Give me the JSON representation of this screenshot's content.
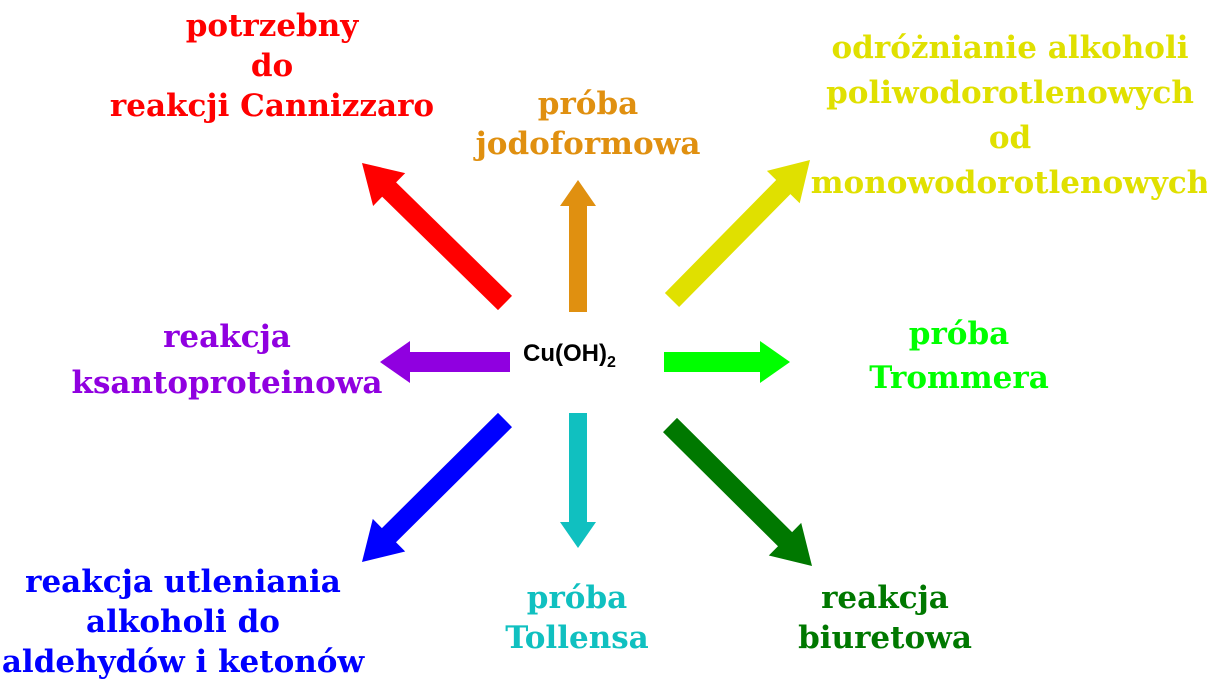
{
  "center": {
    "formula": "Cu(OH)",
    "subscript": "2"
  },
  "colors": {
    "cannizzaro": "#ff0000",
    "jodoformowa": "#e09010",
    "alkohole": "#e0e000",
    "trommera": "#00ff00",
    "biuretowa": "#007800",
    "tollensa": "#10c0c0",
    "utleniania": "#0000ff",
    "ksantoproteinowa": "#9000e0"
  },
  "labels": {
    "cannizzaro": [
      "potrzebny",
      "do",
      "reakcji Cannizzaro"
    ],
    "jodoformowa": [
      "próba",
      "jodoformowa"
    ],
    "alkohole": [
      "odróżnianie alkoholi",
      "poliwodorotlenowych",
      "od",
      "monowodorotlenowych"
    ],
    "trommera": [
      "próba",
      "Trommera"
    ],
    "biuretowa": [
      "reakcja",
      "biuretowa"
    ],
    "tollensa": [
      "próba",
      "Tollensa"
    ],
    "utleniania": [
      "reakcja utleniania",
      "alkoholi do",
      "aldehydów i ketonów"
    ],
    "ksantoproteinowa": [
      "reakcja",
      "ksantoproteinowa"
    ]
  }
}
